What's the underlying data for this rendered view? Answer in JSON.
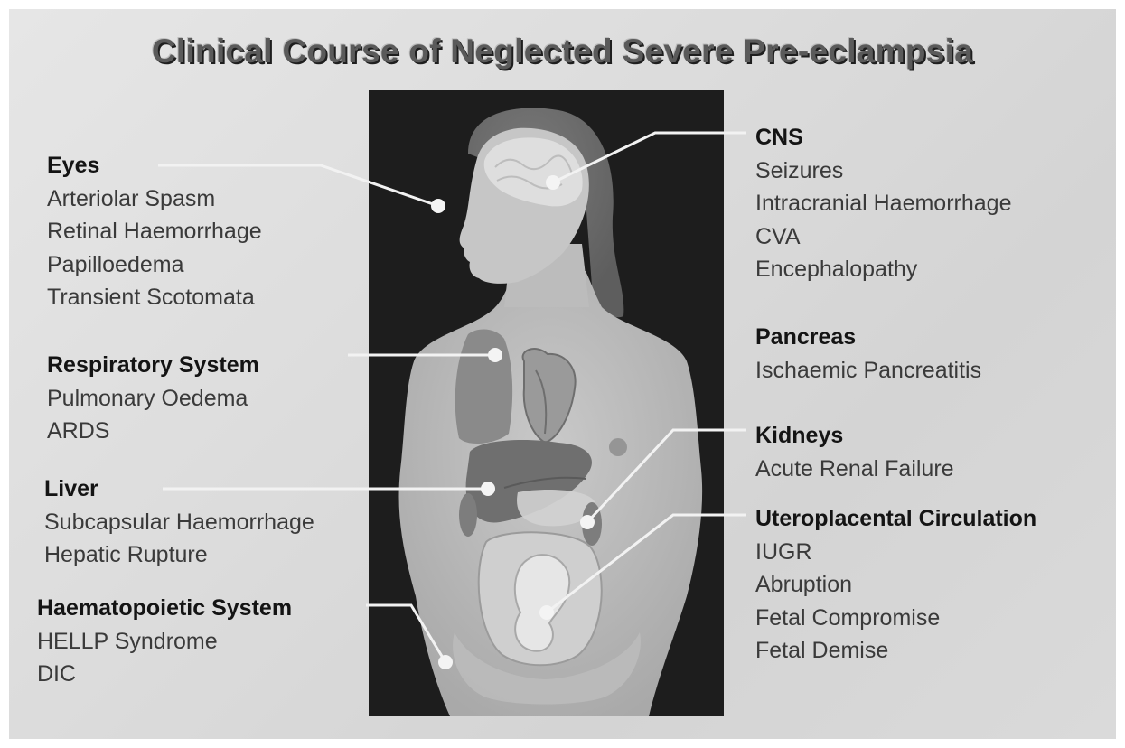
{
  "title": "Clinical Course of Neglected Severe Pre-eclampsia",
  "groups": {
    "eyes": {
      "heading": "Eyes",
      "items": [
        "Arteriolar Spasm",
        "Retinal Haemorrhage",
        "Papilloedema",
        "Transient Scotomata"
      ]
    },
    "respiratory": {
      "heading": "Respiratory System",
      "items": [
        "Pulmonary Oedema",
        "ARDS"
      ]
    },
    "liver": {
      "heading": "Liver",
      "items": [
        "Subcapsular Haemorrhage",
        "Hepatic Rupture"
      ]
    },
    "haematopoietic": {
      "heading": "Haematopoietic System",
      "items": [
        "HELLP Syndrome",
        "DIC"
      ]
    },
    "cns": {
      "heading": "CNS",
      "items": [
        "Seizures",
        "Intracranial Haemorrhage",
        "CVA",
        "Encephalopathy"
      ]
    },
    "pancreas": {
      "heading": "Pancreas",
      "items": [
        "Ischaemic Pancreatitis"
      ]
    },
    "kidneys": {
      "heading": "Kidneys",
      "items": [
        "Acute Renal Failure"
      ]
    },
    "uteroplacental": {
      "heading": "Uteroplacental Circulation",
      "items": [
        "IUGR",
        "Abruption",
        "Fetal Compromise",
        "Fetal Demise"
      ]
    }
  },
  "colors": {
    "panel": "#1d1d1d",
    "heading_text": "#141414",
    "body_text": "#3a3a3a",
    "leader_line": "#f2f2f2",
    "title_text": "#5a5a5a"
  }
}
